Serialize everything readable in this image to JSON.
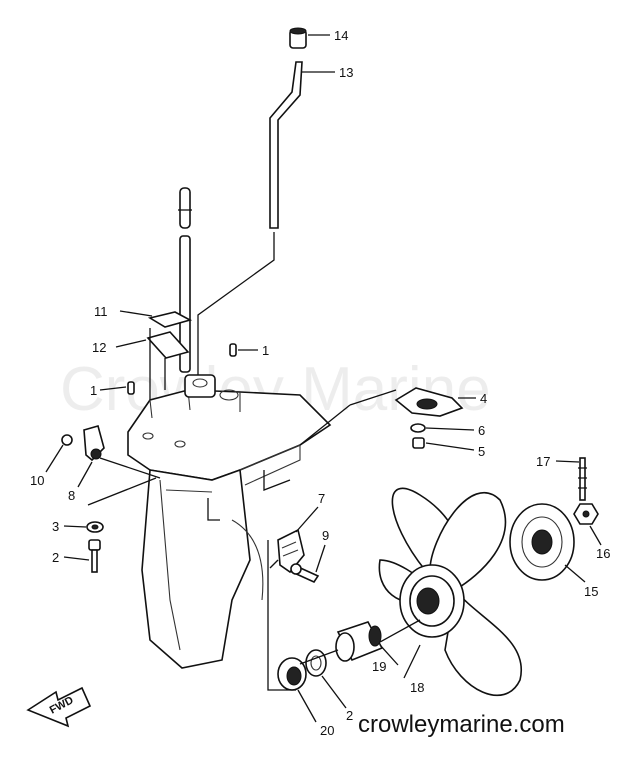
{
  "watermark": "Crowley Marine",
  "footer": "crowleymarine.com",
  "direction_marker": "FWD",
  "callouts": [
    {
      "id": "c14",
      "text": "14"
    },
    {
      "id": "c13",
      "text": "13"
    },
    {
      "id": "c11",
      "text": "11"
    },
    {
      "id": "c12",
      "text": "12"
    },
    {
      "id": "c1a",
      "text": "1"
    },
    {
      "id": "c1b",
      "text": "1"
    },
    {
      "id": "c4",
      "text": "4"
    },
    {
      "id": "c6",
      "text": "6"
    },
    {
      "id": "c5",
      "text": "5"
    },
    {
      "id": "c10",
      "text": "10"
    },
    {
      "id": "c8",
      "text": "8"
    },
    {
      "id": "c17",
      "text": "17"
    },
    {
      "id": "c16",
      "text": "16"
    },
    {
      "id": "c7",
      "text": "7"
    },
    {
      "id": "c9",
      "text": "9"
    },
    {
      "id": "c3",
      "text": "3"
    },
    {
      "id": "c2a",
      "text": "2"
    },
    {
      "id": "c15",
      "text": "15"
    },
    {
      "id": "c19",
      "text": "19"
    },
    {
      "id": "c18",
      "text": "18"
    },
    {
      "id": "c20",
      "text": "20"
    },
    {
      "id": "c2b",
      "text": "2"
    }
  ]
}
